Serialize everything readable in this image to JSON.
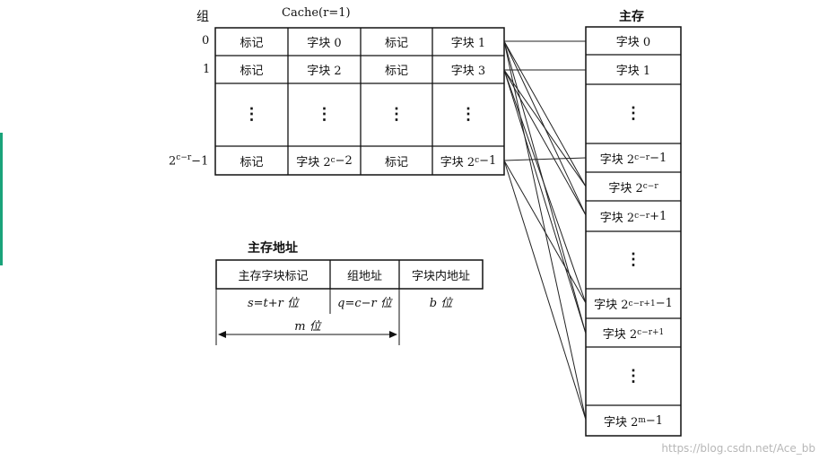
{
  "cache": {
    "group_header": "组",
    "title": "Cache(r=1)",
    "rows": [
      {
        "group": "0",
        "cells": [
          "标记",
          "字块 0",
          "标记",
          "字块 1"
        ]
      },
      {
        "group": "1",
        "cells": [
          "标记",
          "字块 2",
          "标记",
          "字块 3"
        ]
      },
      {
        "group": "",
        "cells": [
          "⋮",
          "⋮",
          "⋮",
          "⋮"
        ]
      },
      {
        "group": "2^(c−r)−1",
        "cells": [
          "标记",
          "字块 2^c−2",
          "标记",
          "字块 2^c−1"
        ]
      }
    ]
  },
  "memory": {
    "title": "主存",
    "blocks": [
      "字块 0",
      "字块 1",
      "⋮",
      "字块 2^(c−r)−1",
      "字块 2^(c−r)",
      "字块 2^(c−r)+1",
      "⋮",
      "字块 2^(c−r+1)−1",
      "字块 2^(c−r+1)",
      "⋮",
      "字块 2^m−1"
    ]
  },
  "address": {
    "title": "主存地址",
    "fields": [
      "主存字块标记",
      "组地址",
      "字块内地址"
    ],
    "widths": [
      "s=t+r 位",
      "q=c−r 位",
      "b 位"
    ],
    "total": "m 位"
  },
  "watermark": "https://blog.csdn.net/Ace_bb"
}
